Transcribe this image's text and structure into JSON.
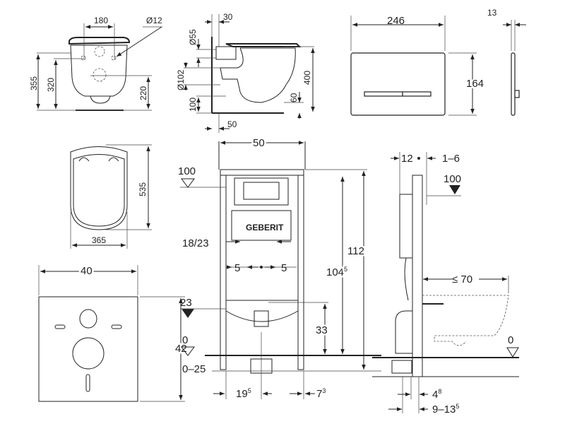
{
  "front_bowl_view": {
    "d180": "180",
    "d12": "Ø12",
    "d355": "355",
    "d320": "320",
    "d220": "220"
  },
  "side_bowl_view": {
    "d30": "30",
    "d55": "Ø55",
    "d102": "Ø102",
    "d100": "100",
    "d50": "50",
    "d60": "60",
    "d400": "400"
  },
  "flush_plate": {
    "width": "246",
    "height": "164",
    "depth": "13"
  },
  "bowl_top_view": {
    "length": "535",
    "width": "365"
  },
  "sound_plate": {
    "width": "40",
    "height": "42"
  },
  "frame_front_view": {
    "width": "50",
    "level_top": "100",
    "spacing": "18/23",
    "left5": "5",
    "right5": "5",
    "level_23": "23",
    "d33": "33",
    "level_0": "0",
    "range_0_25": "0–25",
    "h112": "112",
    "h104_main": "104",
    "h104_sup": "5",
    "d19_main": "19",
    "d19_sup": "5",
    "d7_main": "7",
    "d7_sup": "3",
    "brand": "GEBERIT"
  },
  "frame_side_view": {
    "d12": "12",
    "d1_6": "1–6",
    "level_top": "100",
    "max70": "≤ 70",
    "level_0": "0",
    "d4_main": "4",
    "d4_sup": "8",
    "d9_main": "9–13",
    "d9_sup": "5"
  }
}
